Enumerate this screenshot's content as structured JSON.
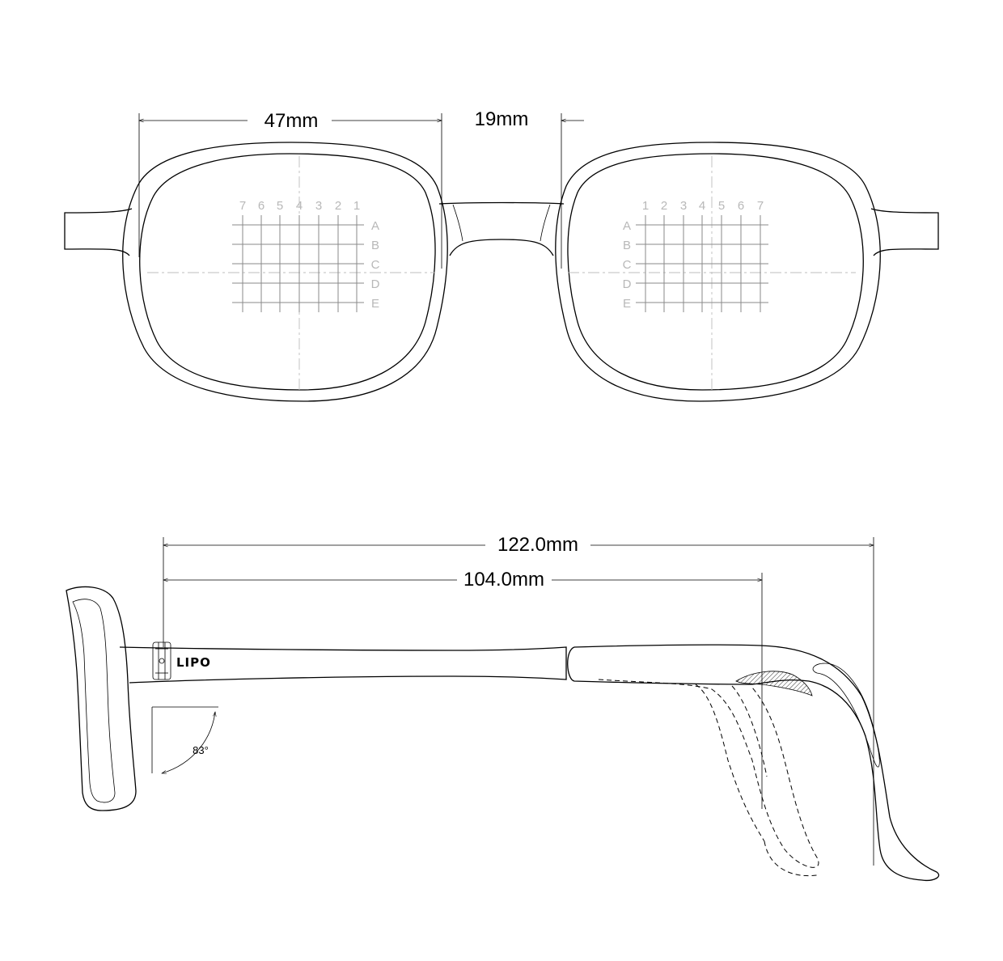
{
  "dimensions": {
    "lens_width": "47mm",
    "bridge_width": "19mm",
    "temple_total": "122.0mm",
    "temple_to_bend": "104.0mm",
    "tilt_angle": "83°"
  },
  "grid": {
    "left_columns": [
      "7",
      "6",
      "5",
      "4",
      "3",
      "2",
      "1"
    ],
    "right_columns": [
      "1",
      "2",
      "3",
      "4",
      "5",
      "6",
      "7"
    ],
    "rows": [
      "A",
      "B",
      "C",
      "D",
      "E"
    ]
  },
  "brand": {
    "logo_text": "LIPO"
  }
}
